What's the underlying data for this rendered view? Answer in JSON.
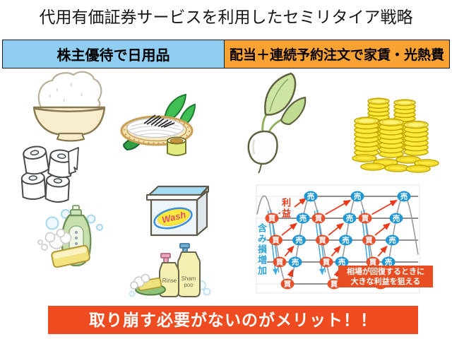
{
  "title": "代用有価証券サービスを利用したセミリタイア戦略",
  "headers": {
    "left": "株主優待で日用品",
    "right": "配当＋連続予約注文で家賃・光熱費",
    "left_bg": "#8FCEF0",
    "right_bg": "#F7A233"
  },
  "illustration_labels": {
    "wash": "Wash",
    "rinse": "Rinse",
    "shampoo_line1": "Sham",
    "shampoo_line2": "poo"
  },
  "chart_data": {
    "type": "line",
    "description": "Grid-trade diagram: price wave oscillating over 5 grid levels, buy markers on each decline, sell markers on each rally",
    "grid_levels": 5,
    "cycles": 3,
    "buy_label": "買",
    "sell_label": "売",
    "buys_per_cycle": 4,
    "sells_per_cycle": 4,
    "profit_label": "利益",
    "loss_label": "含み損増加",
    "callout_line1": "相場が回復するときに",
    "callout_line2": "大きな利益を狙える",
    "callout_bg": "#E94E22",
    "colors": {
      "buy": "#E8502B",
      "sell": "#2096D2",
      "profit_arrow": "#E8391B",
      "loss_arrow": "#3FA8DC",
      "profit_text": "#E8391B",
      "loss_text": "#2FA3DB",
      "wave": "#9A9A9A"
    }
  },
  "banner": {
    "text": "取り崩す必要がないのがメリット！！",
    "bg": "#EE4B21"
  }
}
